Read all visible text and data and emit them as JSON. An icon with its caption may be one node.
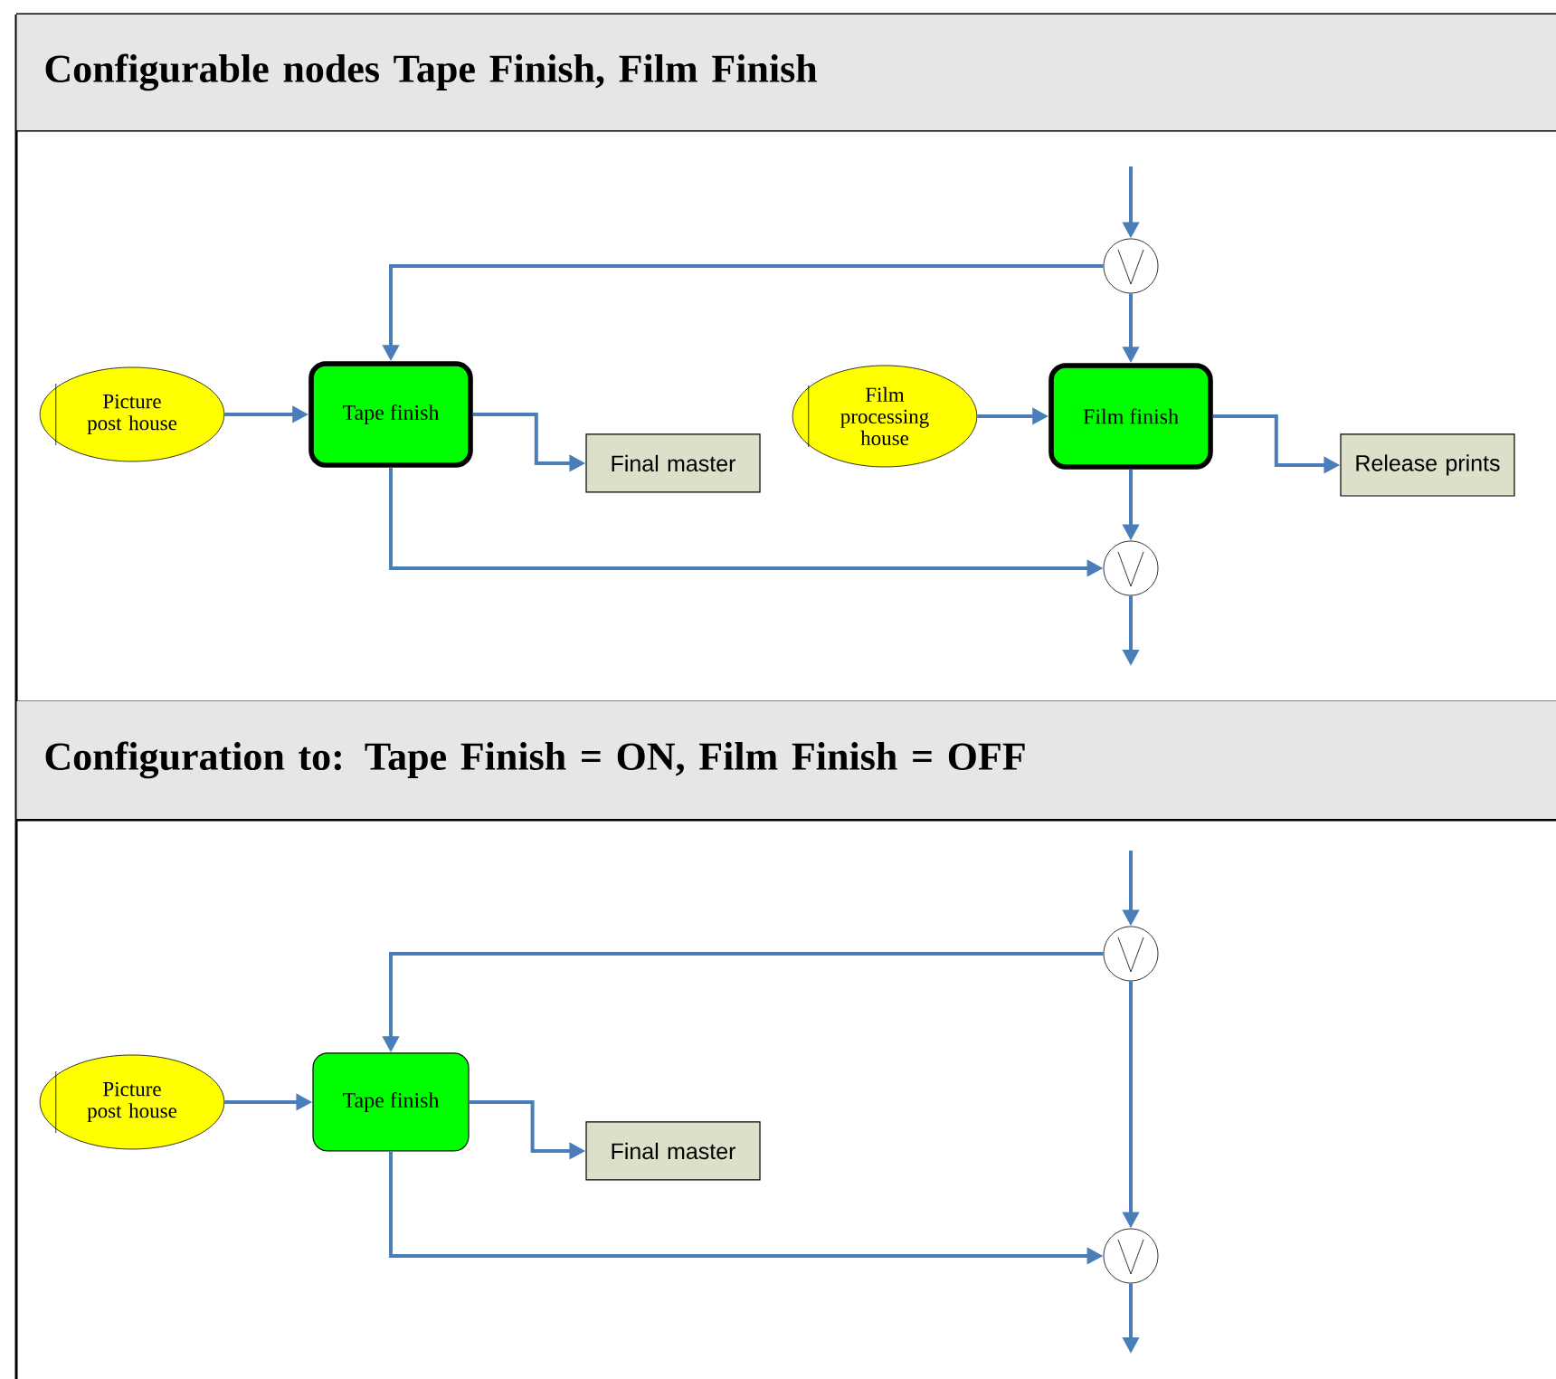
{
  "diagram": {
    "nodes": [
      {
        "text": [
          "Configurable nodes Tape Finish, Film Finish"
        ]
      },
      {
        "text": [
          "Picture post house"
        ]
      },
      {
        "text": [
          "Tape finish"
        ]
      },
      {
        "text": [
          "Final master"
        ]
      },
      {
        "text": [
          "Film processing house"
        ]
      },
      {
        "text": [
          "Film finish"
        ]
      },
      {
        "text": [
          "Release prints"
        ]
      },
      {
        "text": [],
        "shape": "circle"
      },
      {
        "text": [],
        "shape": "circle"
      },
      {
        "text": [
          "Configuration to: Tape Finish = ON, Film Finish = OFF"
        ]
      },
      {
        "text": [
          "Picture post house"
        ]
      },
      {
        "text": [
          "Tape finish"
        ]
      },
      {
        "text": [
          "Final master"
        ]
      },
      {
        "text": [],
        "shape": "circle"
      },
      {
        "text": [],
        "shape": "circle"
      }
    ],
    "edges": [
      {
        "from": null,
        "to": 7,
        "arrow": "to"
      },
      {
        "from": 7,
        "to": 2,
        "arrow": "to"
      },
      {
        "from": 7,
        "to": 5,
        "arrow": "to"
      },
      {
        "from": 1,
        "to": 2,
        "arrow": "to"
      },
      {
        "from": 2,
        "to": 3,
        "arrow": "to"
      },
      {
        "from": 4,
        "to": 5,
        "arrow": "to"
      },
      {
        "from": 5,
        "to": 6,
        "arrow": "to"
      },
      {
        "from": 2,
        "to": 8,
        "arrow": "to"
      },
      {
        "from": 5,
        "to": 8,
        "arrow": "to"
      },
      {
        "from": 8,
        "to": null,
        "arrow": "to"
      },
      {
        "from": null,
        "to": 13,
        "arrow": "to"
      },
      {
        "from": 13,
        "to": 11,
        "arrow": "to"
      },
      {
        "from": 13,
        "to": 14,
        "arrow": "to"
      },
      {
        "from": 10,
        "to": 11,
        "arrow": "to"
      },
      {
        "from": 11,
        "to": 12,
        "arrow": "to"
      },
      {
        "from": 11,
        "to": 14,
        "arrow": "to"
      },
      {
        "from": 14,
        "to": null,
        "arrow": "to"
      }
    ]
  }
}
